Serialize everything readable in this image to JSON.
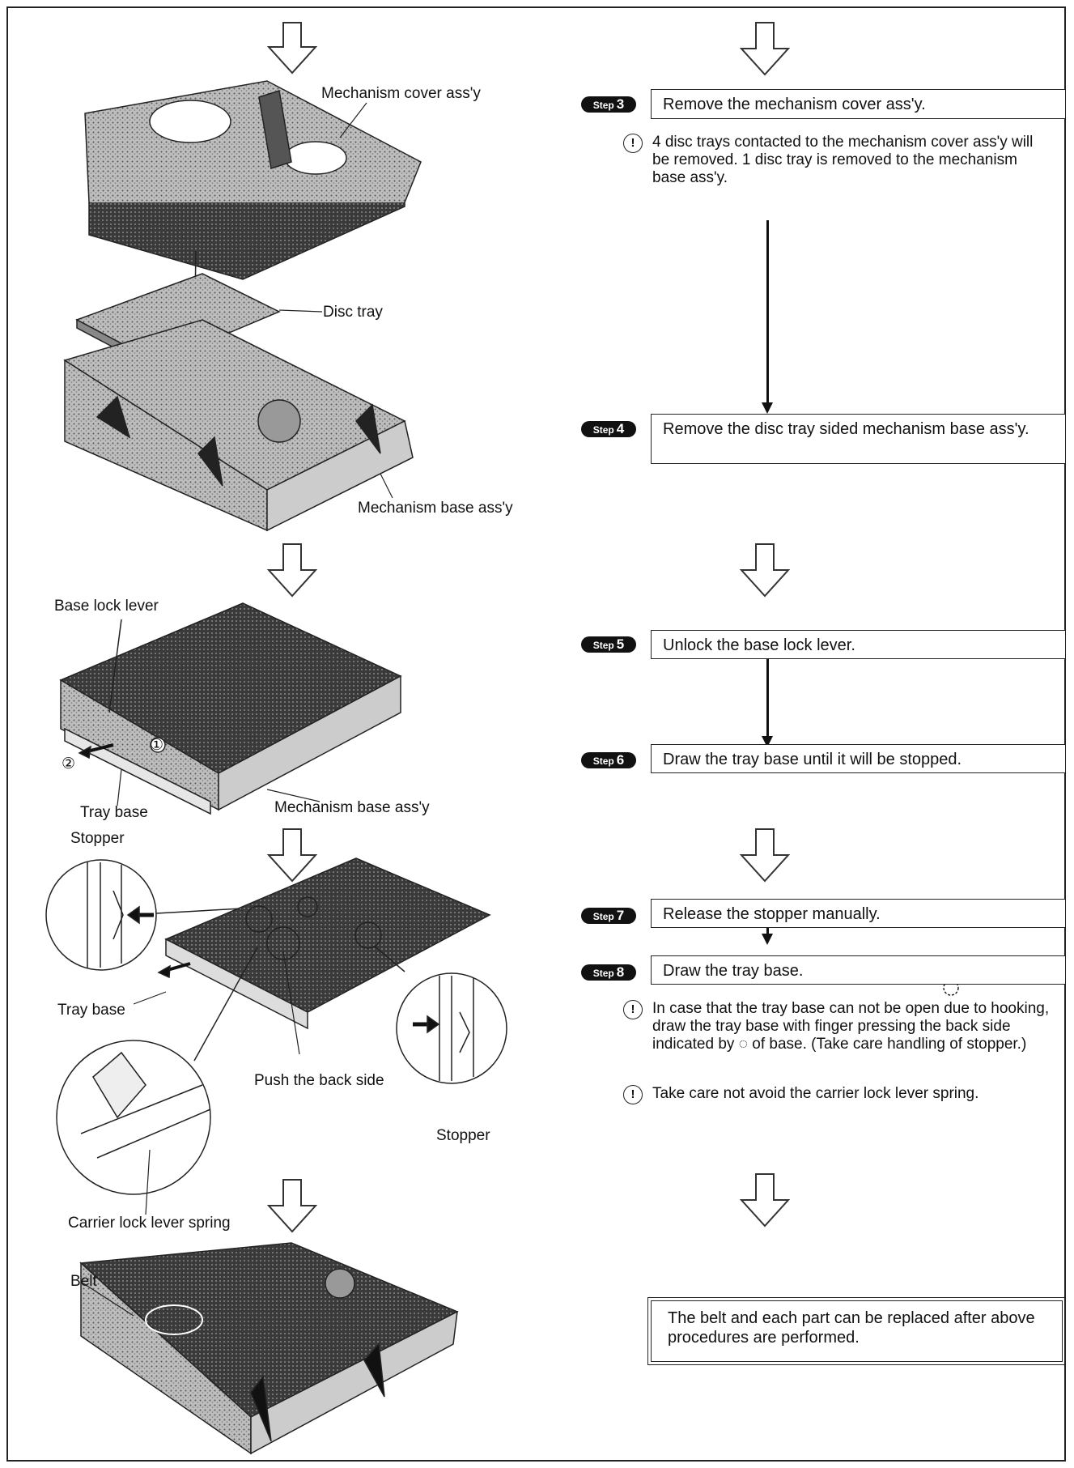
{
  "left_labels": {
    "mechanism_cover": "Mechanism cover ass'y",
    "disc_tray": "Disc tray",
    "mechanism_base_1": "Mechanism base ass'y",
    "base_lock_lever": "Base lock lever",
    "marker_1": "①",
    "marker_2": "②",
    "tray_base_1": "Tray base",
    "mechanism_base_2": "Mechanism base ass'y",
    "stopper_1": "Stopper",
    "tray_base_2": "Tray base",
    "push_back_side": "Push the back side",
    "stopper_2": "Stopper",
    "carrier_spring": "Carrier lock lever spring",
    "belt": "Belt"
  },
  "steps": [
    {
      "badge_prefix": "Step",
      "number": "3",
      "text": "Remove the mechanism cover ass'y."
    },
    {
      "badge_prefix": "Step",
      "number": "4",
      "text": "Remove the disc tray sided mechanism base ass'y."
    },
    {
      "badge_prefix": "Step",
      "number": "5",
      "text": "Unlock the base lock lever."
    },
    {
      "badge_prefix": "Step",
      "number": "6",
      "text": "Draw the tray base until it will be stopped."
    },
    {
      "badge_prefix": "Step",
      "number": "7",
      "text": "Release the stopper manually."
    },
    {
      "badge_prefix": "Step",
      "number": "8",
      "text": "Draw the tray base."
    }
  ],
  "notes": {
    "icon": "!",
    "step3_note": "4 disc trays contacted to the mechanism cover ass'y will be removed. 1 disc tray is removed to the mechanism base ass'y.",
    "step8_note1": "In case that the tray base can not be open due to hooking, draw the tray base with finger pressing the back side indicated by ◌ of base. (Take care handling of stopper.)",
    "step8_note2": "Take care not avoid the carrier lock lever spring."
  },
  "final_text": "The belt and each part can be replaced after above procedures are performed."
}
